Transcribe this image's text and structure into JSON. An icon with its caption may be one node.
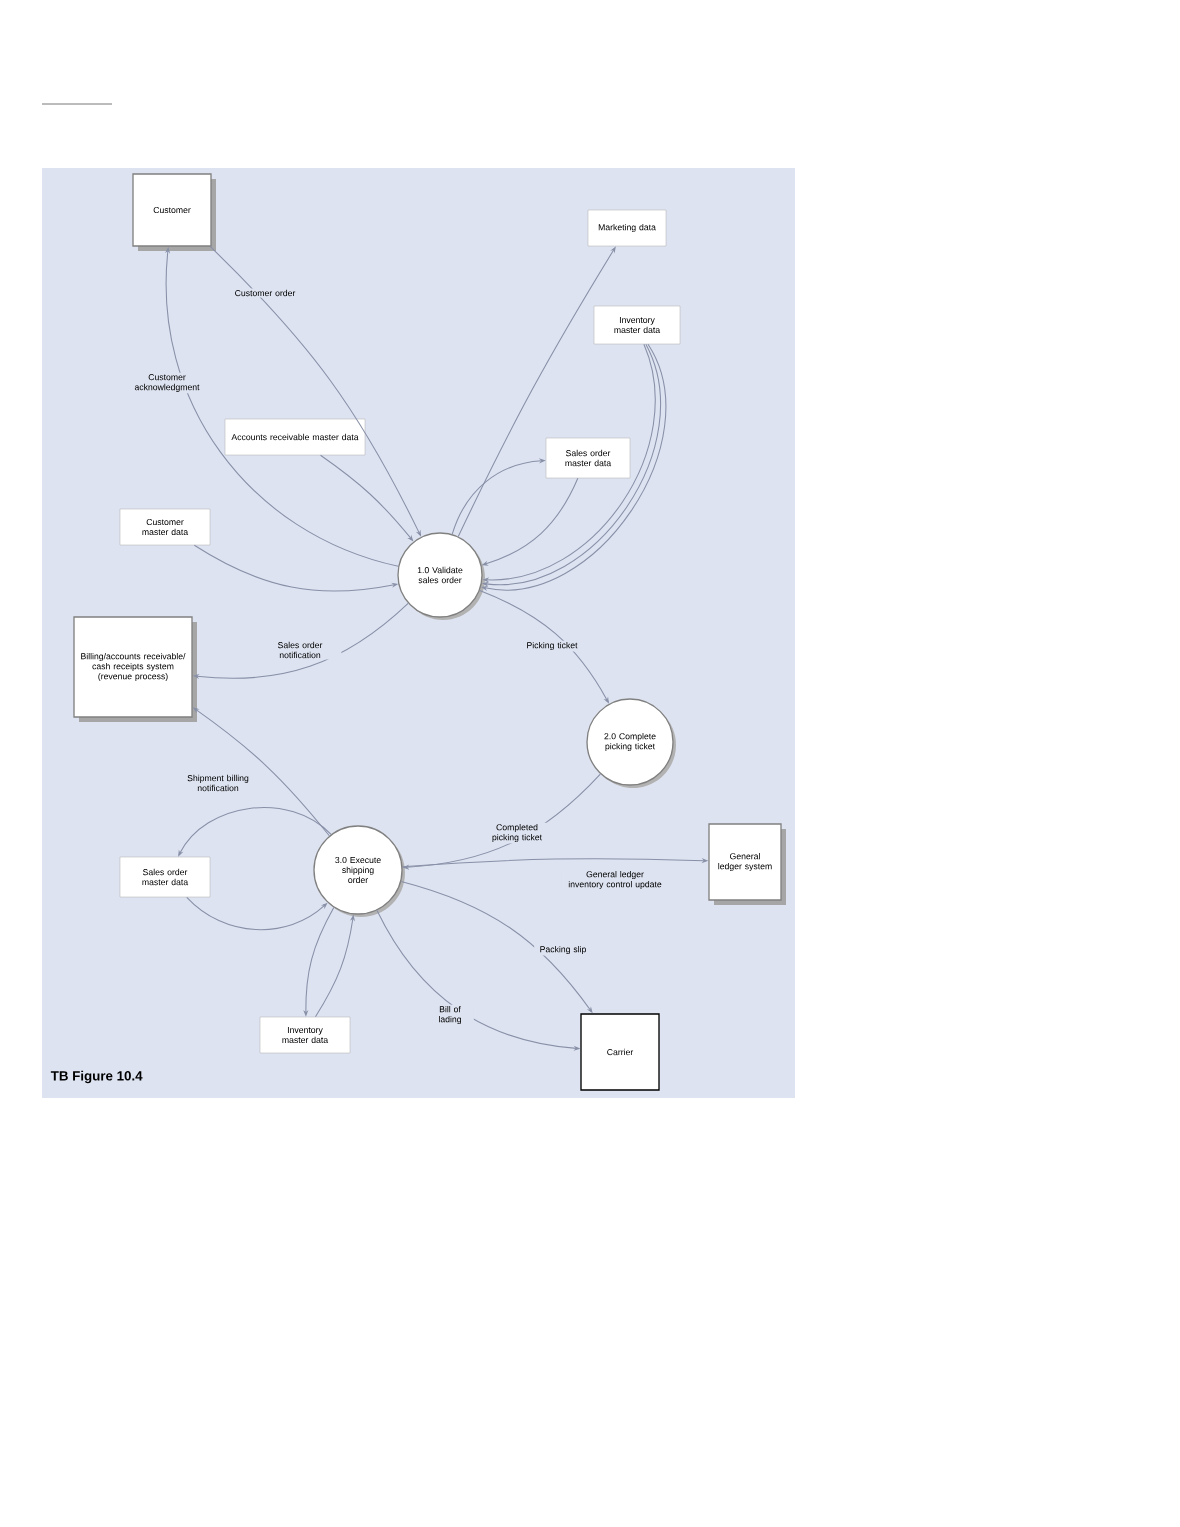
{
  "diagram": {
    "caption": "TB Figure 10.4",
    "nodes": [
      {
        "text": [
          "Customer"
        ]
      },
      {
        "text": [
          "Marketing data"
        ]
      },
      {
        "text": [
          "Inventory master data"
        ]
      },
      {
        "text": [
          "Accounts receivable master data"
        ]
      },
      {
        "text": [
          "Sales order master data"
        ]
      },
      {
        "text": [
          "Customer master data"
        ]
      },
      {
        "text": [
          "1.0 Validate sales order"
        ]
      },
      {
        "text": [
          "Billing/accounts receivable/ cash receipts system (revenue process)"
        ]
      },
      {
        "text": [
          "2.0 Complete picking ticket"
        ]
      },
      {
        "text": [
          "3.0 Execute shipping order"
        ]
      },
      {
        "text": [
          "Sales order master data"
        ]
      },
      {
        "text": [
          "General ledger system"
        ]
      },
      {
        "text": [
          "Inventory master data"
        ]
      },
      {
        "text": [
          "Carrier"
        ]
      }
    ],
    "edges": [
      {
        "from": 0,
        "to": 6,
        "arrow": "to",
        "label": "Customer order"
      },
      {
        "from": 6,
        "to": 0,
        "arrow": "to",
        "label": "Customer acknowledgment"
      },
      {
        "from": 3,
        "to": 6,
        "arrow": "to"
      },
      {
        "from": 5,
        "to": 6,
        "arrow": "to"
      },
      {
        "from": 6,
        "to": 1,
        "arrow": "to"
      },
      {
        "from": 2,
        "to": 6,
        "arrow": "to"
      },
      {
        "from": 2,
        "to": 6,
        "arrow": "to"
      },
      {
        "from": 2,
        "to": 6,
        "arrow": "to"
      },
      {
        "from": 6,
        "to": 4,
        "arrow": "to"
      },
      {
        "from": 4,
        "to": 6,
        "arrow": "to"
      },
      {
        "from": 6,
        "to": 7,
        "arrow": "to",
        "label": "Sales order notification"
      },
      {
        "from": 6,
        "to": 8,
        "arrow": "to",
        "label": "Picking ticket"
      },
      {
        "from": 8,
        "to": 9,
        "arrow": "to",
        "label": "Completed picking ticket"
      },
      {
        "from": 9,
        "to": 7,
        "arrow": "to",
        "label": "Shipment billing notification"
      },
      {
        "from": 9,
        "to": 10,
        "arrow": "to"
      },
      {
        "from": 10,
        "to": 9,
        "arrow": "to"
      },
      {
        "from": 9,
        "to": 12,
        "arrow": "to"
      },
      {
        "from": 12,
        "to": 9,
        "arrow": "to"
      },
      {
        "from": 9,
        "to": 11,
        "arrow": "to",
        "label": "General ledger inventory control update"
      },
      {
        "from": 9,
        "to": 13,
        "arrow": "to",
        "label": "Packing slip"
      },
      {
        "from": 9,
        "to": 13,
        "arrow": "to",
        "label": "Bill of lading"
      }
    ]
  }
}
